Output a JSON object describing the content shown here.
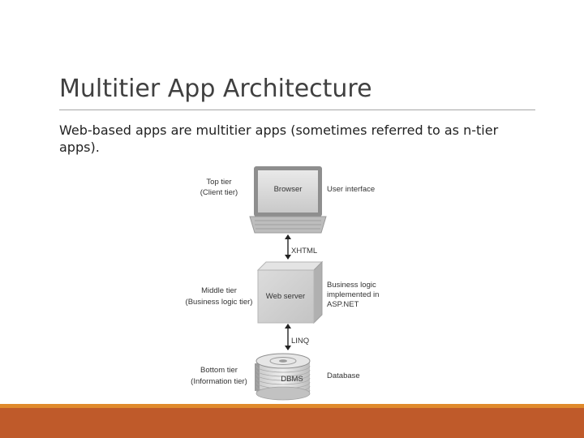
{
  "slide": {
    "title": "Multitier App Architecture",
    "body": "Web-based apps are multitier apps (sometimes referred to as n-tier apps)."
  },
  "diagram": {
    "top_tier": {
      "line1": "Top tier",
      "line2": "(Client tier)",
      "box": "Browser",
      "desc": "User interface"
    },
    "link_top": "XHTML",
    "middle_tier": {
      "line1": "Middle tier",
      "line2": "(Business logic tier)",
      "box": "Web server",
      "desc1": "Business logic",
      "desc2": "implemented in",
      "desc3": "ASP.NET"
    },
    "link_bottom": "LINQ",
    "bottom_tier": {
      "line1": "Bottom tier",
      "line2": "(Information tier)",
      "box": "DBMS",
      "desc": "Database"
    }
  },
  "colors": {
    "accent_orange": "#e08a2c",
    "footer_rust": "#bf5a2a"
  }
}
